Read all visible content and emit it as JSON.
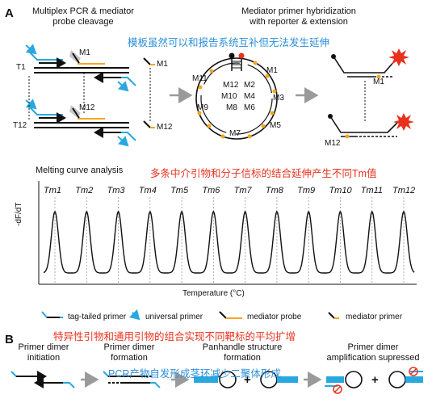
{
  "panel_a": {
    "letter": "A",
    "step1_title_l1": "Multiplex PCR & mediator",
    "step1_title_l2": "probe cleavage",
    "step2_title_l1": "Mediator primer hybridization",
    "step2_title_l2": "with reporter & extension",
    "annotation_blue": "模板虽然可以和报告系统互补但无法发生延伸",
    "template_top": "T1",
    "template_bottom": "T12",
    "probe_top": "M1",
    "probe_bottom": "M12",
    "released_top": "M1",
    "released_bottom": "M12",
    "ring_labels": [
      "M11",
      "M1",
      "M12",
      "M2",
      "M10",
      "M4",
      "M3",
      "M9",
      "M8",
      "M6",
      "M5",
      "M7"
    ],
    "ext_top": "M1",
    "ext_bottom": "M12",
    "melting_title": "Melting curve analysis",
    "annotation_red": "多条中介引物和分子信标的结合延伸产生不同Tm值",
    "y_axis_label": "-dF/dT",
    "x_axis_label": "Temperature (°C)",
    "tm_labels": [
      "Tm1",
      "Tm2",
      "Tm3",
      "Tm4",
      "Tm5",
      "Tm6",
      "Tm7",
      "Tm8",
      "Tm9",
      "Tm10",
      "Tm11",
      "Tm12"
    ]
  },
  "legend": {
    "tag_tailed_primer": "tag-tailed primer",
    "universal_primer": "universal primer",
    "mediator_probe": "mediator probe",
    "mediator_primer": "mediator primer"
  },
  "panel_b": {
    "letter": "B",
    "annotation_red": "特异性引物和通用引物的组合实现不同靶标的平均扩增",
    "step1_l1": "Primer dimer",
    "step1_l2": "initiation",
    "step2_l1": "Primer dimer",
    "step2_l2": "formation",
    "step3_l1": "Panhandle structure",
    "step3_l2": "formation",
    "step4_l1": "Primer dimer",
    "step4_l2": "amplification supressed",
    "annotation_blue": "PCR产物自发形成茎环减少二聚体形成",
    "plus_1": "+",
    "plus_2": "+"
  },
  "colors": {
    "blue_primer": "#29a8e0",
    "orange_probe": "#f5a623",
    "red_reporter": "#e8321e",
    "annotation_blue": "#2e8fd9",
    "annotation_red": "#e8321e"
  }
}
